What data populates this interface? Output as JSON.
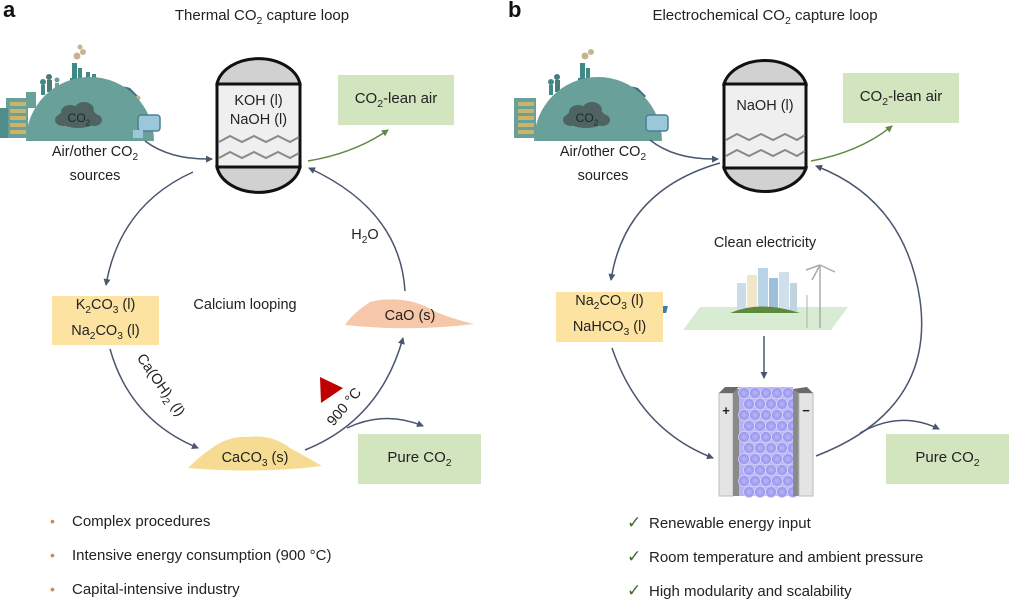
{
  "panels": [
    {
      "letter": "a",
      "title_pre": "Thermal CO",
      "title_sub": "2",
      "title_post": " capture loop",
      "source_label_line1_pre": "Air/other CO",
      "source_label_line1_sub": "2",
      "source_label_line2": "sources",
      "cloud_text": "CO",
      "cloud_sub": "2",
      "reactor_lines": [
        "KOH (l)",
        "NaOH (l)"
      ],
      "lean_air_pre": "CO",
      "lean_air_sub": "2",
      "lean_air_post": "-lean air",
      "carbonate_box": [
        {
          "pre": "K",
          "sub": "2",
          "post": "CO",
          "sub2": "3",
          "end": " (l)"
        },
        {
          "pre": "Na",
          "sub": "2",
          "post": "CO",
          "sub2": "3",
          "end": " (l)"
        }
      ],
      "center_label": "Calcium looping",
      "reagent_pre": "Ca(OH)",
      "reagent_sub": "2",
      "reagent_post": " (l)",
      "caco3_pre": "CaCO",
      "caco3_sub": "3",
      "caco3_post": " (s)",
      "cao_label": "CaO (s)",
      "water_pre": "H",
      "water_sub": "2",
      "water_post": "O",
      "temperature": "900 °C",
      "pure_pre": "Pure CO",
      "pure_sub": "2",
      "bullets": [
        "Complex procedures",
        "Intensive energy consumption (900 °C)",
        "Capital-intensive industry"
      ],
      "bullet_icon": "dot-icon"
    },
    {
      "letter": "b",
      "title_pre": "Electrochemical CO",
      "title_sub": "2",
      "title_post": " capture loop",
      "source_label_line1_pre": "Air/other CO",
      "source_label_line1_sub": "2",
      "source_label_line2": "sources",
      "cloud_text": "CO",
      "cloud_sub": "2",
      "reactor_lines": [
        "NaOH (l)"
      ],
      "lean_air_pre": "CO",
      "lean_air_sub": "2",
      "lean_air_post": "-lean air",
      "carbonate_box": [
        {
          "pre": "Na",
          "sub": "2",
          "post": "CO",
          "sub2": "3",
          "end": " (l)"
        },
        {
          "pre": "NaHCO",
          "sub": "3",
          "post": "",
          "sub2": "",
          "end": " (l)"
        }
      ],
      "center_label": "Clean electricity",
      "electrode_plus": "+",
      "electrode_minus": "−",
      "pure_pre": "Pure CO",
      "pure_sub": "2",
      "bullets": [
        "Renewable energy input",
        "Room temperature and ambient pressure",
        "High modularity and scalability"
      ],
      "bullet_icon": "check-icon",
      "check_glyph": "✓"
    }
  ],
  "colors": {
    "arrow_dark": "#4a5670",
    "arrow_green": "#5e8a45",
    "earth_teal": "#6aa09a",
    "green_box": "#d2e5bf",
    "yellow_box": "#fde3a2",
    "heat_red": "#c00000",
    "caco3_fill": "#f6dc92",
    "cao_fill": "#f6c7a8",
    "membrane_blue": "#aaa8f2"
  },
  "bullet_dot": "•"
}
